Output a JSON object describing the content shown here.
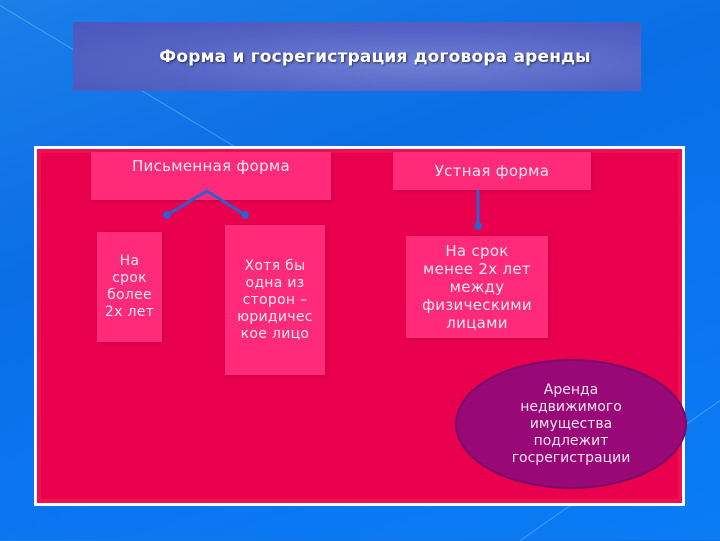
{
  "title": "Форма и госрегистрация договора аренды",
  "diagram": {
    "written_form": {
      "label": "Письменная форма",
      "children": [
        {
          "label": "На срок более 2х лет",
          "lines": [
            "На",
            "срок",
            "более",
            "2х лет"
          ]
        },
        {
          "label": "Хотя бы одна из сторон – юридическое лицо",
          "lines": [
            "Хотя бы",
            "одна из",
            "сторон –",
            "юридичес",
            "кое лицо"
          ]
        }
      ]
    },
    "oral_form": {
      "label": "Устная форма",
      "children": [
        {
          "label": "На срок менее 2х лет между физическими лицами",
          "lines": [
            "На срок",
            "менее 2х лет",
            "между",
            "физическими",
            "лицами"
          ]
        }
      ]
    },
    "note": {
      "label": "Аренда недвижимого имущества подлежит госрегистрации",
      "lines": [
        "Аренда",
        "недвижимого",
        "имущества",
        "подлежит",
        "госрегистрации"
      ]
    }
  },
  "colors": {
    "background": "#0a6ee6",
    "title_bar": "#5563c4",
    "panel": "#e8004f",
    "box": "#ff2a7a",
    "ellipse": "#9a0878",
    "arrow": "#2f5fd0"
  }
}
